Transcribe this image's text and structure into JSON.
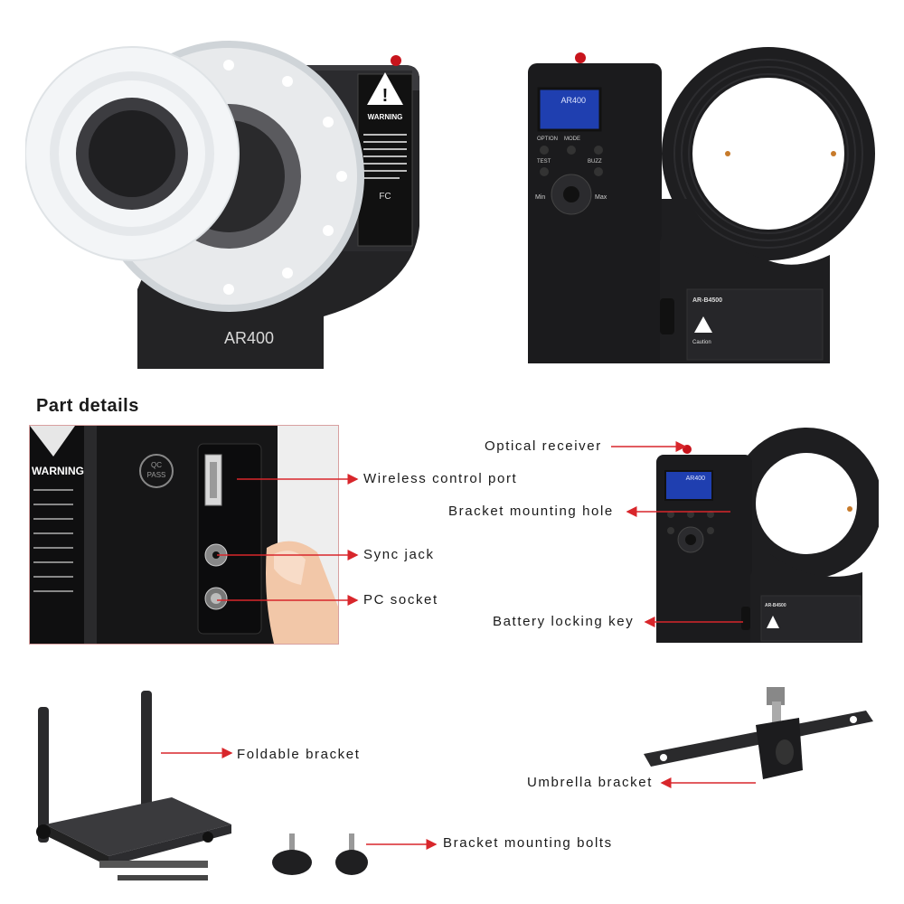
{
  "colors": {
    "arrow": "#d8262b",
    "device_body": "#1f1f21",
    "lcd": "#1f3fb0",
    "diffuser": "#f2f4f6",
    "indicator": "#c8141c"
  },
  "product_front": {
    "model_badge": "AR400",
    "warning_title": "WARNING",
    "fc_mark": "FC"
  },
  "product_back": {
    "lcd_model": "AR400",
    "buttons": [
      "OPTION",
      "MODE",
      "TEST",
      "BUZZ"
    ],
    "dial_min": "Min",
    "dial_max": "Max",
    "battery_label_model": "AR-B4500",
    "battery_caution": "Caution"
  },
  "section_heading": "Part details",
  "closeup": {
    "warning_text": "WARNING",
    "qc_stamp": [
      "QC",
      "PASS"
    ]
  },
  "callouts": {
    "wireless_port": "Wireless  control  port",
    "sync_jack": "Sync  jack",
    "pc_socket": "PC  socket",
    "optical_receiver": "Optical  receiver",
    "bracket_hole": "Bracket  mounting  hole",
    "battery_key": "Battery  locking  key",
    "foldable_bracket": "Foldable  bracket",
    "umbrella_bracket": "Umbrella  bracket",
    "mounting_bolts": "Bracket  mounting  bolts"
  },
  "icons": [
    "warning-triangle-icon",
    "indicator-light-icon",
    "control-dial-icon",
    "arrow-icon"
  ]
}
